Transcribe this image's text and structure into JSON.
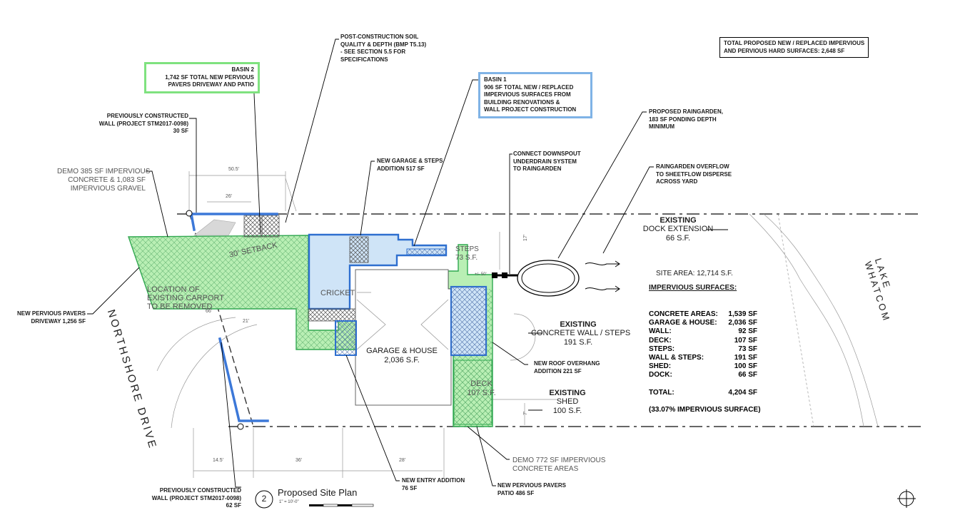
{
  "notes": {
    "total_box": [
      "TOTAL PROPOSED NEW / REPLACED IMPERVIOUS",
      "AND PERVIOUS HARD SURFACES: 2,648 SF"
    ],
    "post_construction_soil": [
      "POST-CONSTRUCTION SOIL",
      "QUALITY & DEPTH (BMP T5.13)",
      "- SEE SECTION 5.5 FOR",
      "SPECIFICATIONS"
    ],
    "basin2": [
      "BASIN 2",
      "1,742 SF TOTAL NEW PERVIOUS",
      "PAVERS DRIVEWAY AND PATIO"
    ],
    "basin1": [
      "BASIN 1",
      "906 SF TOTAL NEW / REPLACED",
      "IMPERVIOUS SURFACES FROM",
      "BUILDING RENOVATIONS &",
      "WALL PROJECT CONSTRUCTION"
    ],
    "prev_wall_top": [
      "PREVIOUSLY CONSTRUCTED",
      "WALL (PROJECT STM2017-0098)",
      "30 SF"
    ],
    "demo_impervious": [
      "DEMO 385 SF IMPERVIOUS",
      "CONCRETE & 1,083 SF",
      "IMPERVIOUS GRAVEL"
    ],
    "new_garage_steps": [
      "NEW GARAGE & STEPS",
      "ADDITION 517 SF"
    ],
    "connect_downspout": [
      "CONNECT DOWNSPOUT",
      "UNDERDRAIN SYSTEM",
      "TO RAINGARDEN"
    ],
    "proposed_raingarden": [
      "PROPOSED RAINGARDEN,",
      "183 SF PONDING DEPTH",
      "MINIMUM"
    ],
    "raingarden_overflow": [
      "RAINGARDEN OVERFLOW",
      "TO SHEETFLOW DISPERSE",
      "ACROSS YARD"
    ],
    "new_pervious_driveway": [
      "NEW PERVIOUS PAVERS",
      "DRIVEWAY 1,256 SF"
    ],
    "new_roof_overhang": [
      "NEW ROOF OVERHANG",
      "ADDITION 221 SF"
    ],
    "demo_772": [
      "DEMO 772 SF IMPERVIOUS",
      "CONCRETE AREAS"
    ],
    "new_pervious_patio": [
      "NEW PERVIOUS PAVERS",
      "PATIO 486 SF"
    ],
    "new_entry": [
      "NEW ENTRY ADDITION",
      "76 SF"
    ],
    "prev_wall_bottom": [
      "PREVIOUSLY CONSTRUCTED",
      "WALL (PROJECT STM2017-0098)",
      "62 SF"
    ]
  },
  "labels": {
    "existing_dock_title": "EXISTING",
    "existing_dock_sub": "DOCK EXTENSION",
    "existing_dock_area": "66 S.F.",
    "existing_wall_title": "EXISTING",
    "existing_wall_sub": "CONCRETE WALL / STEPS",
    "existing_wall_area": "191 S.F.",
    "existing_shed_title": "EXISTING",
    "existing_shed_sub": "SHED",
    "existing_shed_area": "100 S.F.",
    "garage_house": "GARAGE & HOUSE",
    "garage_house_area": "2,036 S.F.",
    "cricket": "CRICKET",
    "deck": "DECK",
    "deck_area": "107 S.F.",
    "steps": "STEPS",
    "steps_area": "73 S.F.",
    "carport_1": "LOCATION OF",
    "carport_2": "EXISTING CARPORT",
    "carport_3": "TO BE REMOVED",
    "setback": "30' SETBACK",
    "road": "NORTHSHORE  DRIVE",
    "lake": "LAKE  WHATCOM",
    "dim_top": "50.5'",
    "dim_26": "26'",
    "dim_21": "21'",
    "dim_145": "14.5'",
    "dim_36": "36'",
    "dim_28": "28'",
    "dim_66": "66'",
    "dim_17": "17'",
    "dim_50": "+/- 50'",
    "dim_7": "7'"
  },
  "site": {
    "site_area": "SITE AREA: 12,714 S.F.",
    "heading": "IMPERVIOUS SURFACES:",
    "rows": [
      {
        "label": "CONCRETE AREAS:",
        "value": "1,539 SF"
      },
      {
        "label": "GARAGE & HOUSE:",
        "value": "2,036 SF"
      },
      {
        "label": "WALL:",
        "value": "92 SF"
      },
      {
        "label": "DECK:",
        "value": "107 SF"
      },
      {
        "label": "STEPS:",
        "value": "73 SF"
      },
      {
        "label": "WALL & STEPS:",
        "value": "191 SF"
      },
      {
        "label": "SHED:",
        "value": "100 SF"
      },
      {
        "label": "DOCK:",
        "value": "66 SF"
      }
    ],
    "total_label": "TOTAL:",
    "total_value": "4,204 SF",
    "percent": "(33.07% IMPERVIOUS SURFACE)"
  },
  "title_block": {
    "number": "2",
    "title": "Proposed Site Plan",
    "scale": "1\" = 10'-0\""
  },
  "colors": {
    "pervious_fill": "#b9efb4",
    "pervious_stroke": "#2fa84f",
    "impervious_fill": "#cfe4f7",
    "impervious_stroke": "#2e6fcf",
    "wall_blue": "#3c78d8",
    "existing_hatch": "#666666"
  }
}
